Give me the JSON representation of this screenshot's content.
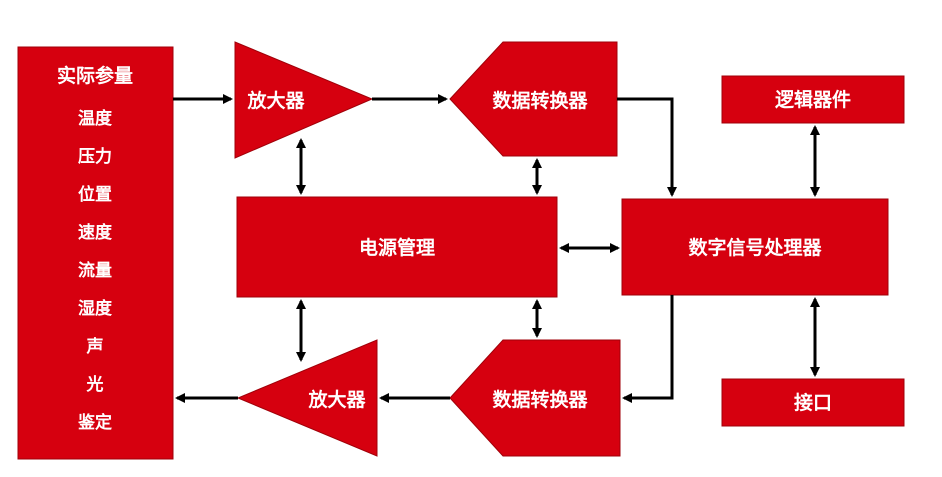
{
  "blocks": {
    "sensor_title": "实际参量",
    "sensor_items": [
      "温度",
      "压力",
      "位置",
      "速度",
      "流量",
      "湿度",
      "声",
      "光",
      "鉴定"
    ],
    "amplifier_top": "放大器",
    "amplifier_bottom": "放大器",
    "adc_top": "数据转换器",
    "adc_bottom": "数据转换器",
    "power": "电源管理",
    "dsp": "数字信号处理器",
    "logic": "逻辑器件",
    "interface": "接口"
  },
  "colors": {
    "block_fill": "#d6000f",
    "label_text": "#ffffff",
    "connector": "#000000",
    "background": "#ffffff"
  }
}
